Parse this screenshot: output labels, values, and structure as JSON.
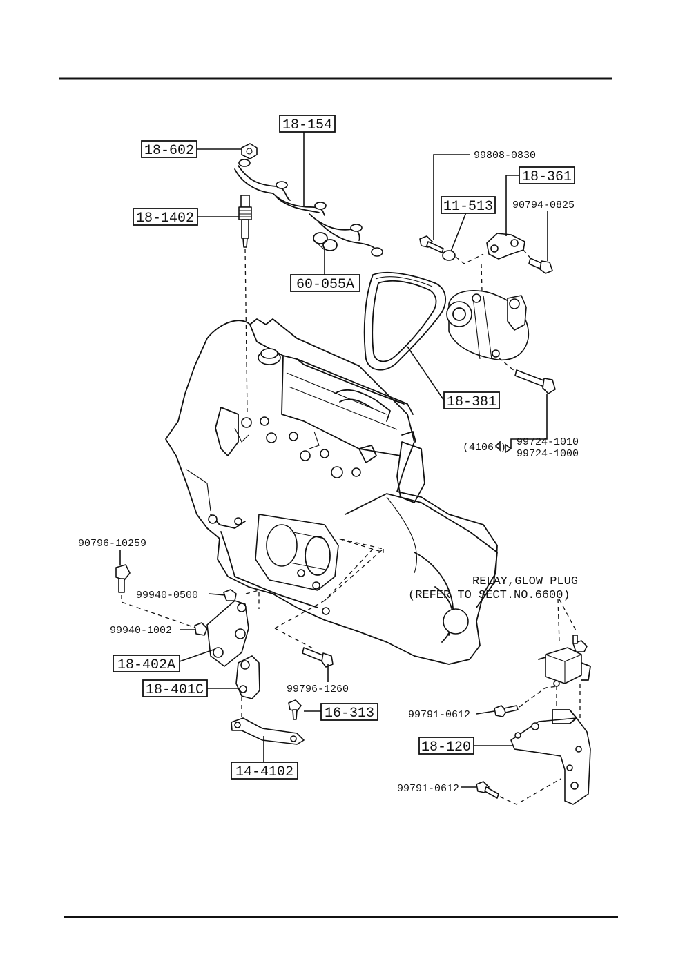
{
  "boxed_labels": {
    "b18_154": "18-154",
    "b18_602": "18-602",
    "b18_1402": "18-1402",
    "b60_055A": "60-055A",
    "b11_513": "11-513",
    "b18_361": "18-361",
    "b18_381": "18-381",
    "b18_402A": "18-402A",
    "b18_401C": "18-401C",
    "b14_4102": "14-4102",
    "b16_313": "16-313",
    "b18_120": "18-120"
  },
  "part_numbers": {
    "p99808_0830": "99808-0830",
    "p90794_0825": "90794-0825",
    "p99724_1010": "99724-1010",
    "p99724_1000": "99724-1000",
    "p4106": "(4106-)",
    "p90796_10259": "90796-10259",
    "p99940_0500": "99940-0500",
    "p99940_1002": "99940-1002",
    "p99796_1260": "99796-1260",
    "p99791_0612_a": "99791-0612",
    "p99791_0612_b": "99791-0612"
  },
  "notes": {
    "relay_line1": "RELAY,GLOW PLUG",
    "relay_line2": "(REFER TO SECT.NO.6600)"
  }
}
